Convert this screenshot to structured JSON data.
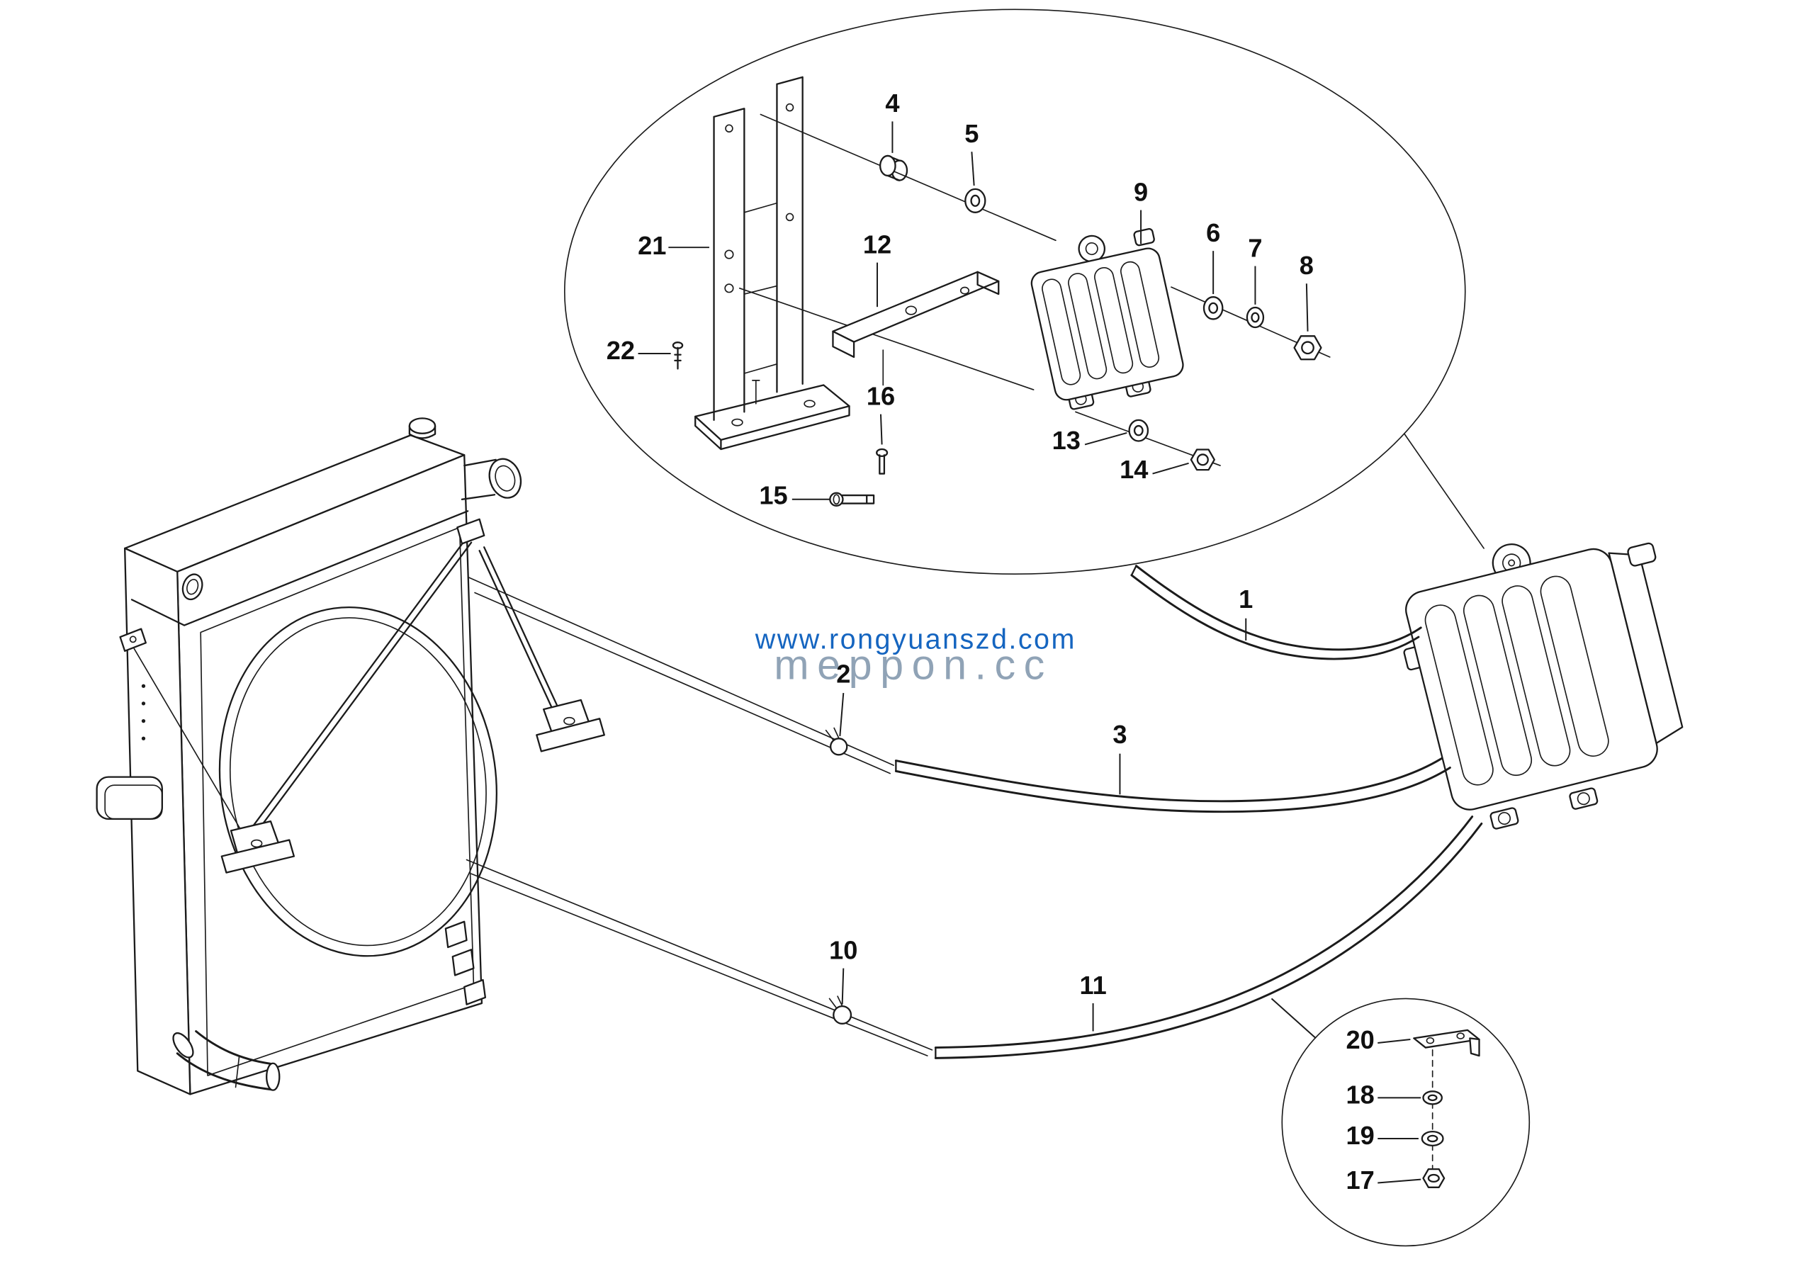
{
  "watermark": {
    "line1": "www.rongyuanszd.com",
    "line2": "meppon.cc"
  },
  "callouts": {
    "c1": "1",
    "c2": "2",
    "c3": "3",
    "c4": "4",
    "c5": "5",
    "c6": "6",
    "c7": "7",
    "c8": "8",
    "c9": "9",
    "c10": "10",
    "c11": "11",
    "c12": "12",
    "c13": "13",
    "c14": "14",
    "c15": "15",
    "c16": "16",
    "c17": "17",
    "c18": "18",
    "c19": "19",
    "c20": "20",
    "c21": "21",
    "c22": "22"
  },
  "colors": {
    "line": "#1b1b1b",
    "background": "#ffffff",
    "watermark_blue": "#1565c0",
    "watermark_gray": "#7d93aa"
  }
}
